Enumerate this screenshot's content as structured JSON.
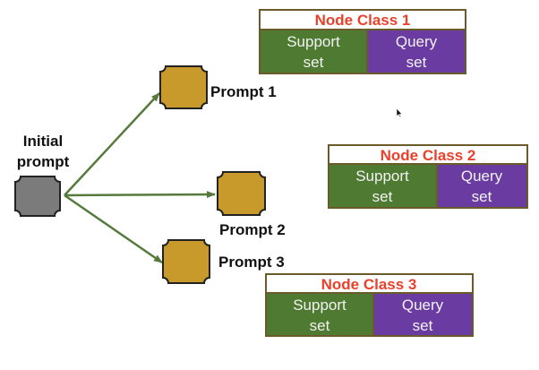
{
  "colors": {
    "arrow": "#557a3c",
    "initial_fill": "#7b7b7b",
    "prompt_fill": "#c89a2c",
    "node_stroke": "#222222",
    "table_border": "#6b5a2a",
    "title_text": "#e8412c",
    "support_fill": "#4e7a31",
    "query_fill": "#6a3ca1",
    "cell_text": "#f0f0f0"
  },
  "initial": {
    "label_line1": "Initial",
    "label_line2": "prompt"
  },
  "prompts": [
    {
      "label": "Prompt 1"
    },
    {
      "label": "Prompt 2"
    },
    {
      "label": "Prompt 3"
    }
  ],
  "classes": [
    {
      "title": "Node Class 1",
      "support_line1": "Support",
      "support_line2": "set",
      "query_line1": "Query",
      "query_line2": "set"
    },
    {
      "title": "Node Class 2",
      "support_line1": "Support",
      "support_line2": "set",
      "query_line1": "Query",
      "query_line2": "set"
    },
    {
      "title": "Node Class 3",
      "support_line1": "Support",
      "support_line2": "set",
      "query_line1": "Query",
      "query_line2": "set"
    }
  ],
  "cursor_icon": "arrow-cursor-icon"
}
